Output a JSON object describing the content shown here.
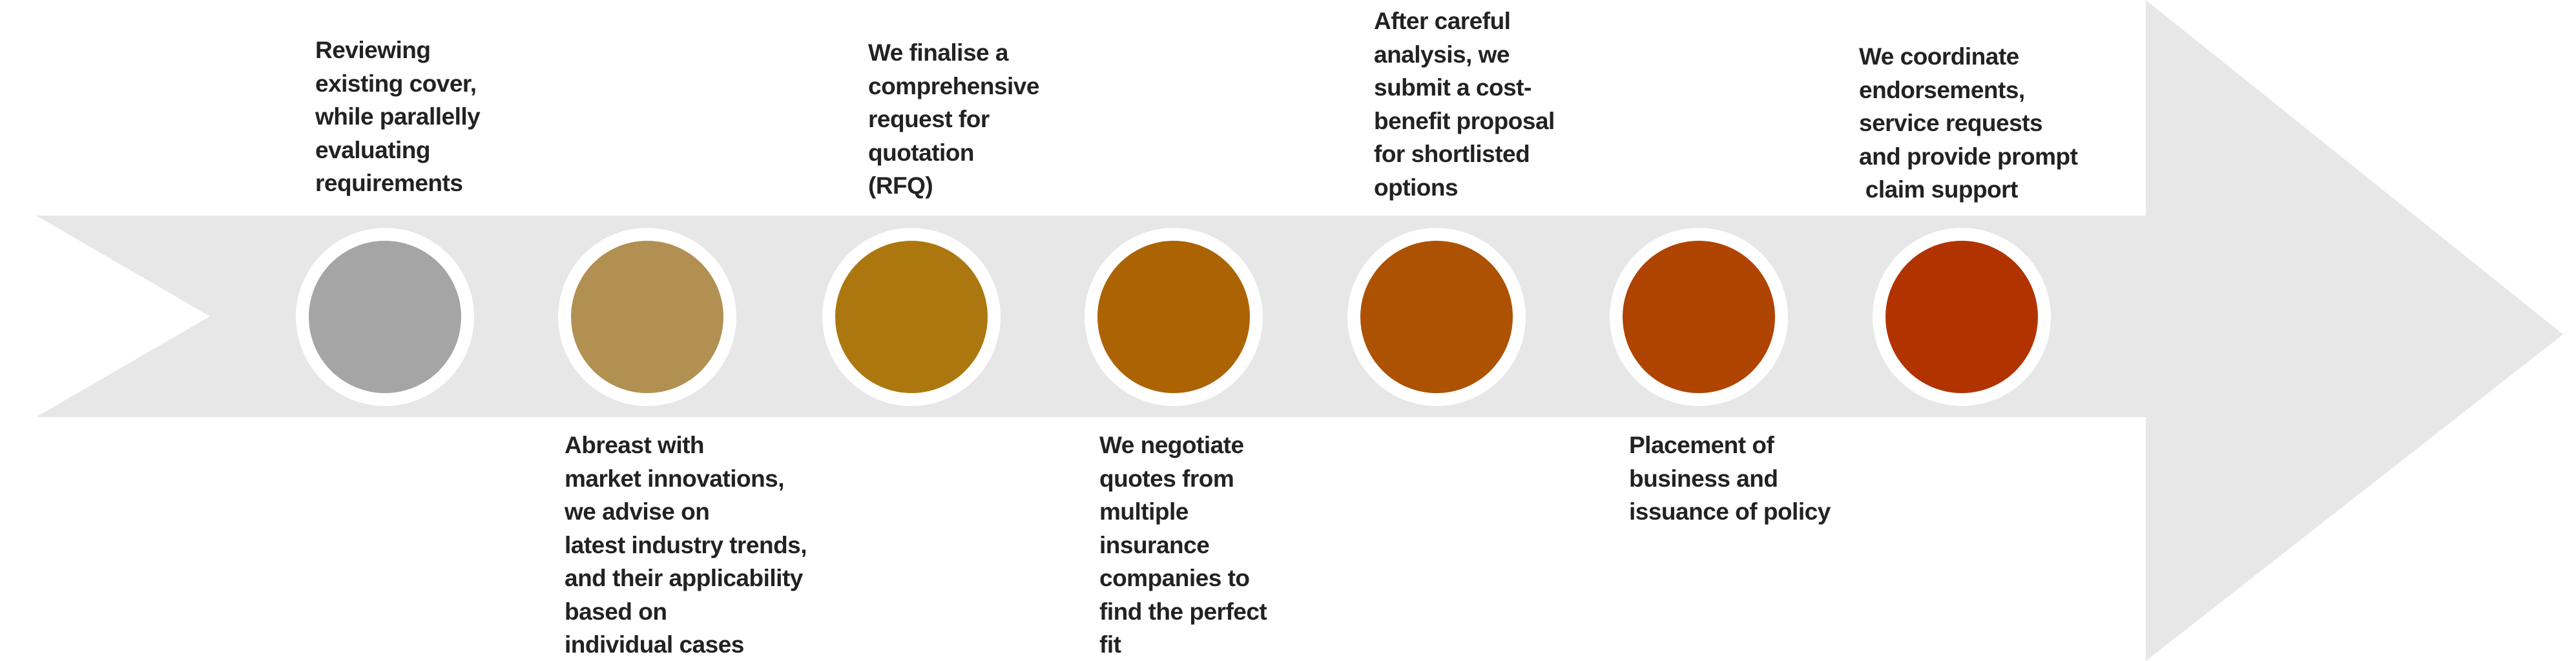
{
  "colors": {
    "band": "#e7e7e7",
    "text": "#222222"
  },
  "steps": [
    {
      "color": "#a5a5a5",
      "text": "Reviewing\nexisting cover,\nwhile parallelly\nevaluating\nrequirements"
    },
    {
      "color": "#b19052",
      "text": "Abreast with\nmarket innovations,\nwe advise on\nlatest industry trends,\nand their applicability\nbased on\nindividual cases"
    },
    {
      "color": "#ad7710",
      "text": "We finalise a\ncomprehensive\nrequest for\nquotation\n(RFQ)"
    },
    {
      "color": "#ac6303",
      "text": "We negotiate\nquotes from\nmultiple\ninsurance\ncompanies to\nfind the perfect\nfit"
    },
    {
      "color": "#ac5202",
      "text": "After careful\nanalysis, we\nsubmit a cost-\nbenefit proposal\nfor shortlisted\noptions"
    },
    {
      "color": "#af4400",
      "text": "Placement of\nbusiness and\nissuance of policy"
    },
    {
      "color": "#b13400",
      "text": "We coordinate\nendorsements,\nservice requests\nand provide prompt\n claim support"
    }
  ]
}
